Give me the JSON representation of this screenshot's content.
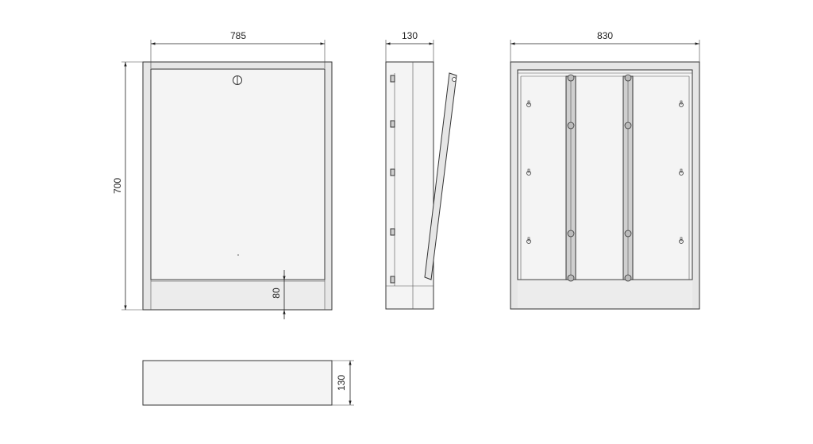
{
  "dimensions": {
    "front_width": "785",
    "side_depth": "130",
    "back_width": "830",
    "height": "700",
    "bottom_gap": "80",
    "top_depth": "130"
  }
}
